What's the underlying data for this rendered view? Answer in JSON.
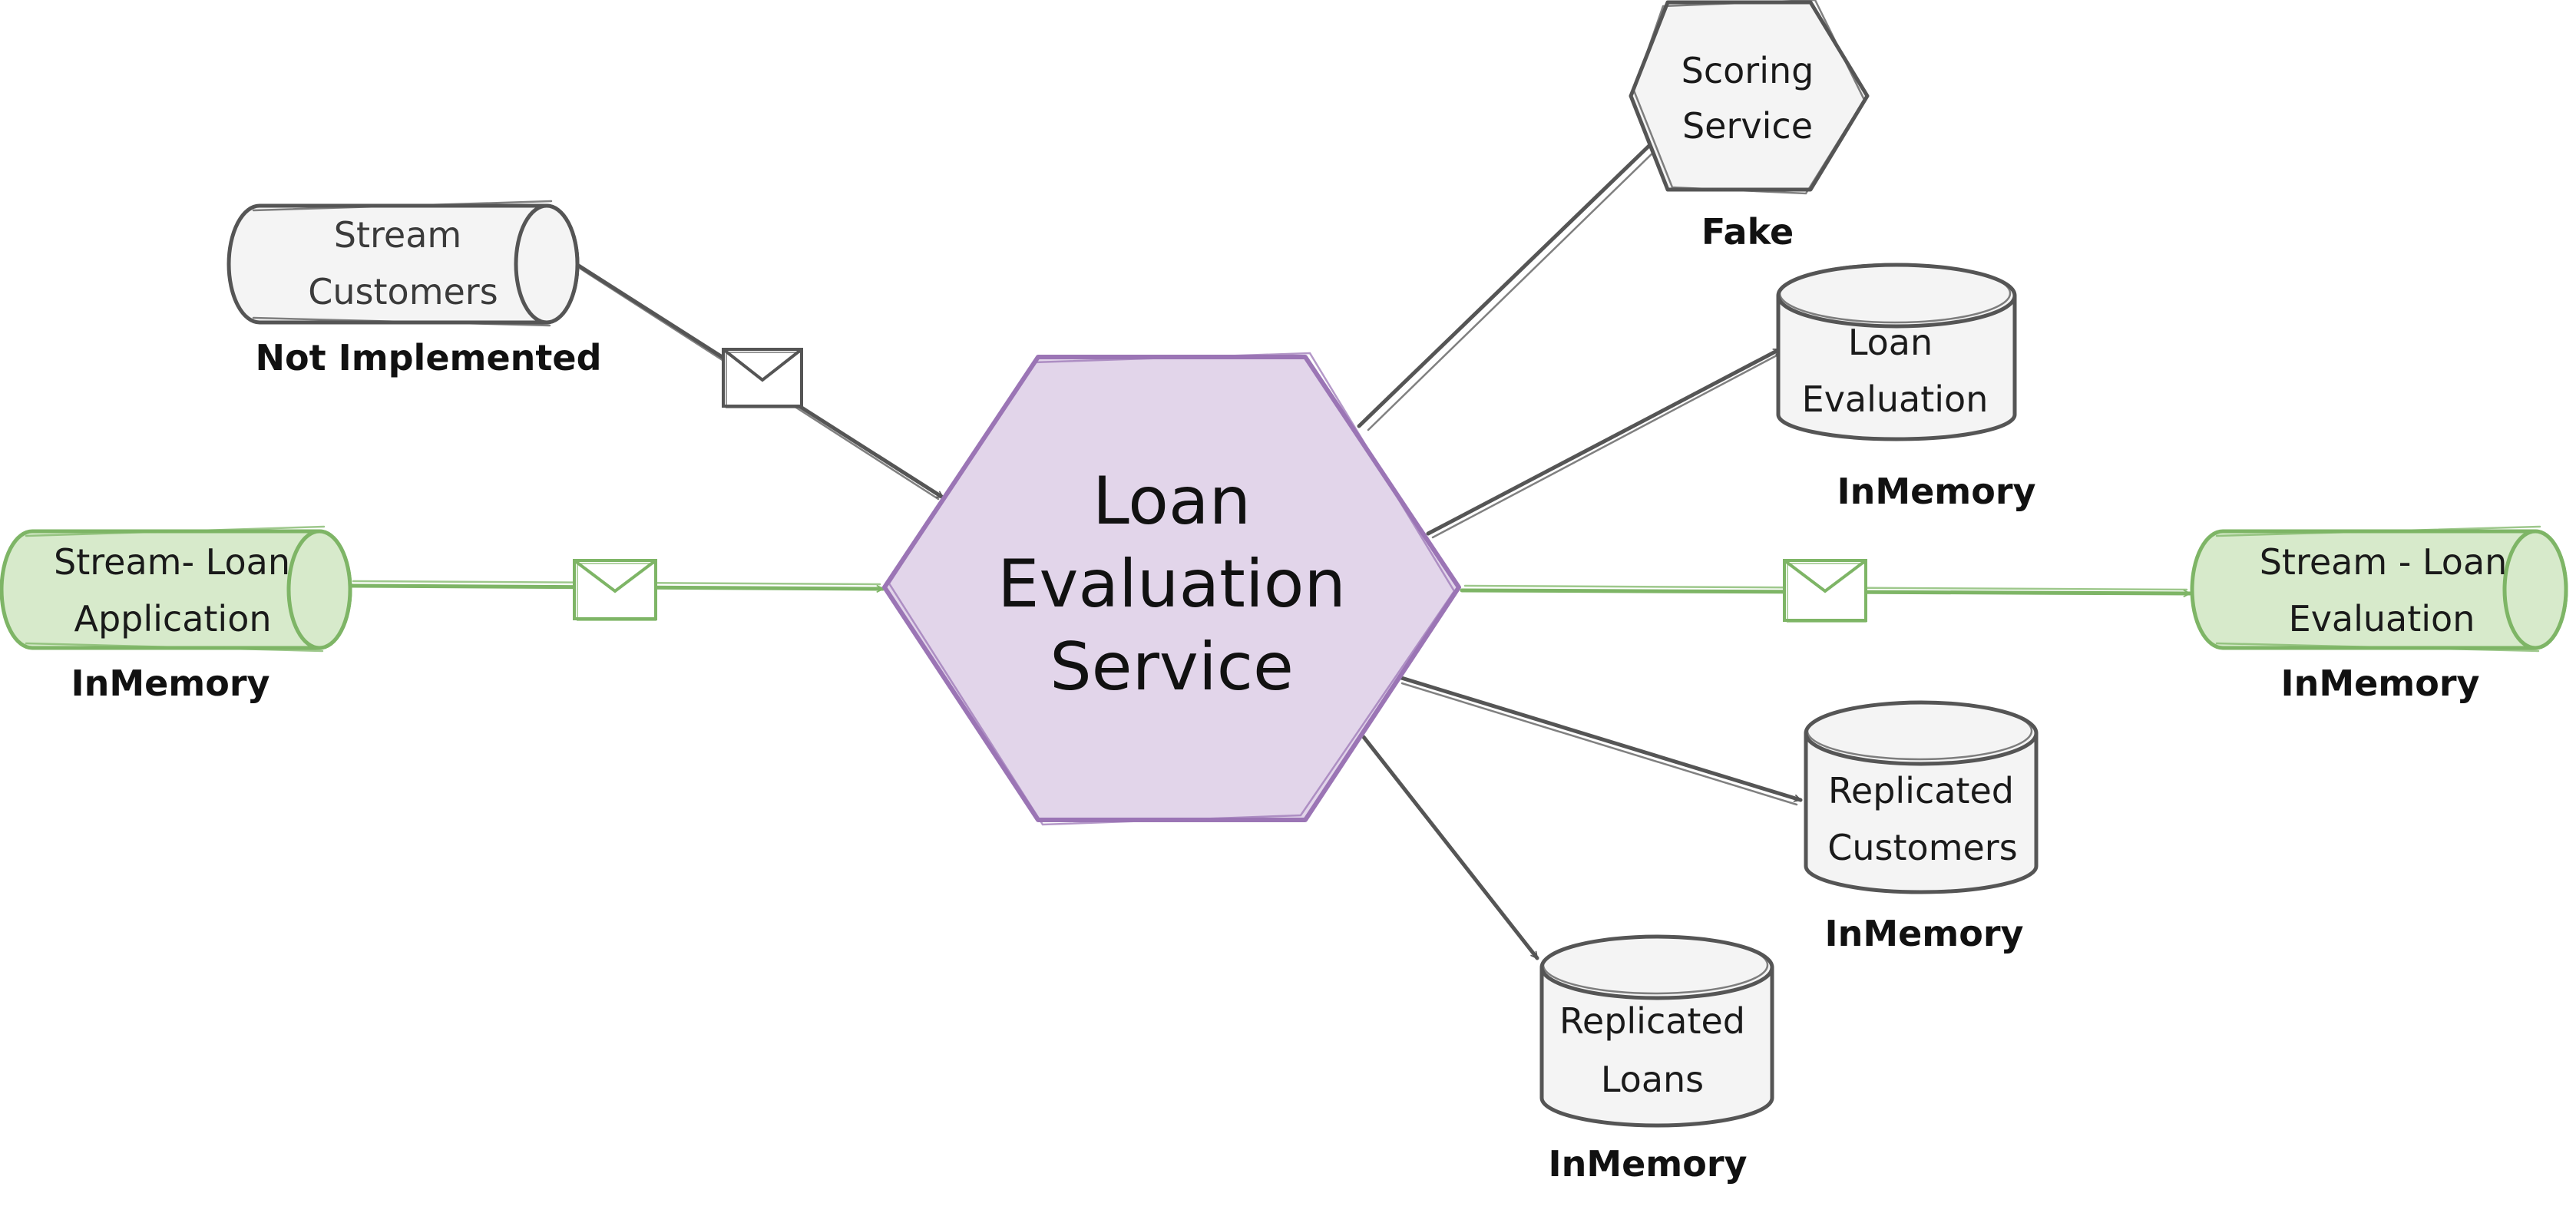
{
  "colors": {
    "core_fill": "#e2d5ea",
    "core_stroke": "#9b75b5",
    "node_fill": "#f4f4f4",
    "node_stroke": "#555555",
    "stream_fill": "#d7eacb",
    "stream_stroke": "#7eb566",
    "edge": "#555555",
    "event_edge": "#7eb566"
  },
  "core": {
    "lines": [
      "Loan",
      "Evaluation",
      "Service"
    ]
  },
  "nodes": {
    "scoring_service": {
      "shape": "hexagon",
      "lines": [
        "Scoring",
        "Service"
      ],
      "caption": "Fake"
    },
    "loan_evaluation_store": {
      "shape": "database",
      "lines": [
        "Loan",
        "Evaluation"
      ],
      "caption": "InMemory"
    },
    "stream_customers": {
      "shape": "stream",
      "lines": [
        "Stream",
        "Customers"
      ],
      "caption": "Not Implemented"
    },
    "stream_loan_application": {
      "shape": "stream",
      "lines": [
        "Stream- Loan",
        "Application"
      ],
      "caption": "InMemory"
    },
    "stream_loan_evaluation": {
      "shape": "stream",
      "lines": [
        "Stream - Loan",
        "Evaluation"
      ],
      "caption": "InMemory"
    },
    "replicated_customers": {
      "shape": "database",
      "lines": [
        "Replicated",
        "Customers"
      ],
      "caption": "InMemory"
    },
    "replicated_loans": {
      "shape": "database",
      "lines": [
        "Replicated",
        "Loans"
      ],
      "caption": "InMemory"
    }
  },
  "edges": [
    {
      "from": "stream_customers",
      "to": "core",
      "kind": "event"
    },
    {
      "from": "stream_loan_application",
      "to": "core",
      "kind": "event"
    },
    {
      "from": "core",
      "to": "stream_loan_evaluation",
      "kind": "event"
    },
    {
      "from": "core",
      "to": "scoring_service",
      "kind": "call"
    },
    {
      "from": "core",
      "to": "loan_evaluation_store",
      "kind": "call"
    },
    {
      "from": "core",
      "to": "replicated_customers",
      "kind": "call"
    },
    {
      "from": "core",
      "to": "replicated_loans",
      "kind": "call"
    }
  ],
  "icons": {
    "message": "envelope-icon",
    "arrow": "arrowhead-icon"
  }
}
